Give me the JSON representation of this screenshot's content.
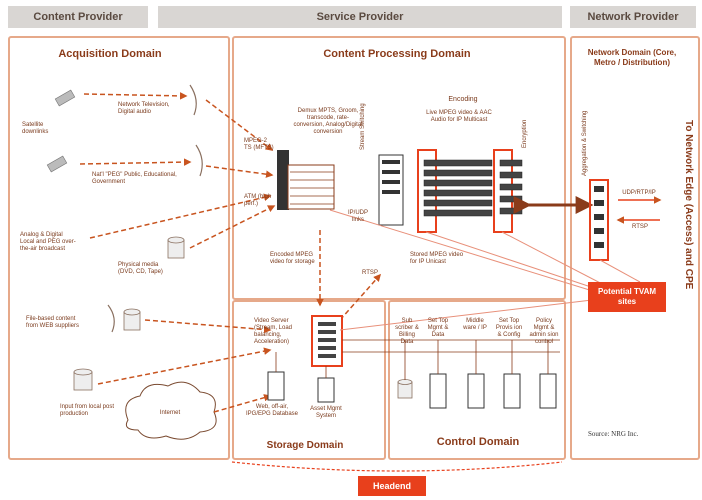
{
  "headers": {
    "content_provider": "Content Provider",
    "service_provider": "Service Provider",
    "network_provider": "Network Provider"
  },
  "domains": {
    "acquisition": "Acquisition Domain",
    "content_processing": "Content Processing Domain",
    "storage": "Storage Domain",
    "control": "Control Domain",
    "network": "Network Domain (Core, Metro / Distribution)"
  },
  "acquisition_labels": {
    "satellite": "Satellite downlinks",
    "network_television": "Network Television, Digital audio",
    "natl_peg": "Nat'l \"PEG\" Public, Educational, Government",
    "analog_digital": "Analog & Digital Local and PEG over-the-air broadcast",
    "physical_media": "Physical media (DVD, CD, Tape)",
    "file_based": "File-based content from WEB suppliers",
    "local_post": "Input from local post production",
    "internet": "Internet"
  },
  "processing_labels": {
    "mpeg2_ts": "MPEG-2 TS (MFTS)",
    "atm": "ATM (high perf.)",
    "demux": "Demux MPTS, Groom, transcode, rate-conversion, Analog/Digital conversion",
    "switching": "Stream Switching",
    "encoding": "Encoding",
    "live_mpeg": "Live MPEG video & AAC Audio for IP Multicast",
    "encryption": "Encryption",
    "encoded_storage": "Encoded MPEG video for storage",
    "stored_mpeg": "Stored MPEG video for IP Unicast",
    "rtsp": "RTSP",
    "ip_link": "IP/UDP links"
  },
  "storage_labels": {
    "video_server": "Video Server (Stream, Load balancing, Acceleration)",
    "web_offair": "Web, off-air, IPG/EPG Database",
    "asset_mgmt": "Asset Mgmt System"
  },
  "control_labels": {
    "col1": "Sub scriber & Billing Data",
    "col2": "Set Top Mgmt & Data",
    "col3": "Middle ware / IP",
    "col4": "Set Top Provis ion & Config",
    "col5": "Policy Mgmt & admin sion control"
  },
  "network_labels": {
    "aggregation": "Aggregation & Switching",
    "udp_rtp": "UDP/RTP/IP",
    "rtsp": "RTSP",
    "edge": "To Network Edge (Access) and CPE"
  },
  "potential_tvam": "Potential TVAM sites",
  "headend": "Headend",
  "source": "Source: NRG Inc.",
  "colors": {
    "accent": "#e8401c",
    "border": "#e6a98a",
    "text": "#7a3a1c",
    "header_bg": "#d9d6d3"
  }
}
